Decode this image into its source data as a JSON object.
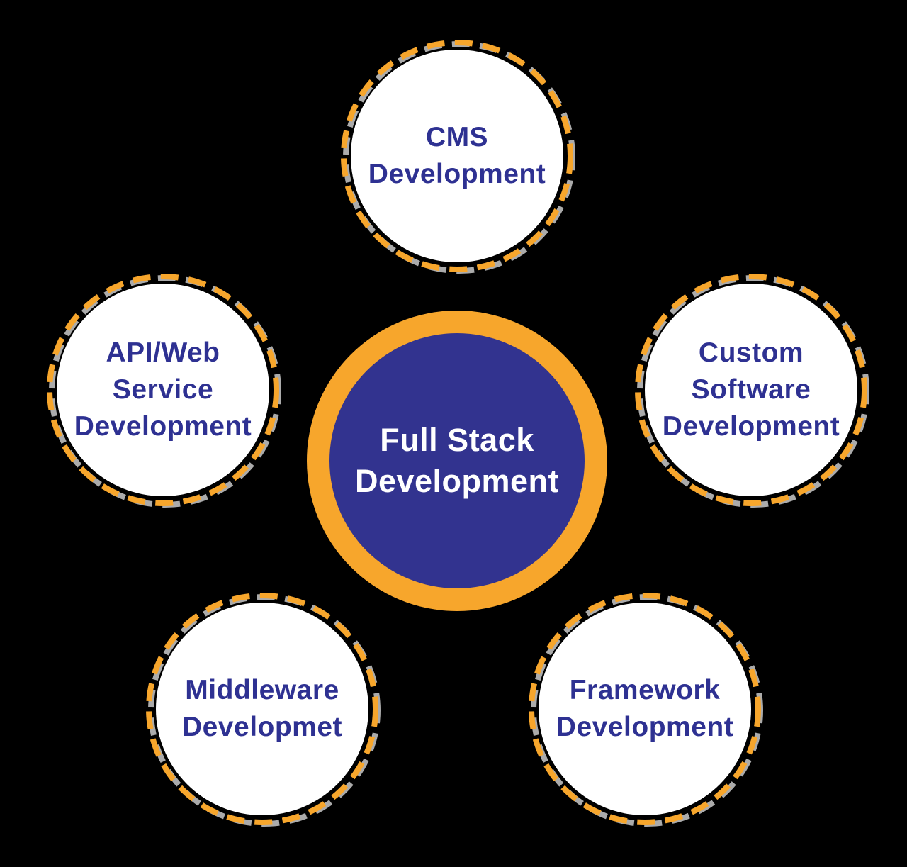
{
  "diagram": {
    "title": "Full Stack Development services diagram",
    "colors": {
      "background": "#000000",
      "accent_orange": "#F7A62C",
      "dash_shadow": "#ABABAB",
      "node_fill": "#FFFFFF",
      "text_indigo": "#2E3192",
      "center_fill": "#32338F",
      "center_text": "#FFFFFF"
    },
    "center": {
      "label": "Full Stack Development",
      "label_lines": [
        "Full Stack",
        "Development"
      ]
    },
    "satellites": [
      {
        "label": "CMS Development",
        "label_lines": [
          "CMS",
          "Development",
          ""
        ]
      },
      {
        "label": "API/Web Service Development",
        "label_lines": [
          "API/Web",
          "Service",
          "Development"
        ]
      },
      {
        "label": "Custom Software Development",
        "label_lines": [
          "Custom",
          "Software",
          "Development"
        ]
      },
      {
        "label": "Middleware Developmet",
        "label_lines": [
          "Middleware",
          "Developmet",
          ""
        ]
      },
      {
        "label": "Framework Development",
        "label_lines": [
          "Framework",
          "Development",
          ""
        ]
      }
    ]
  }
}
